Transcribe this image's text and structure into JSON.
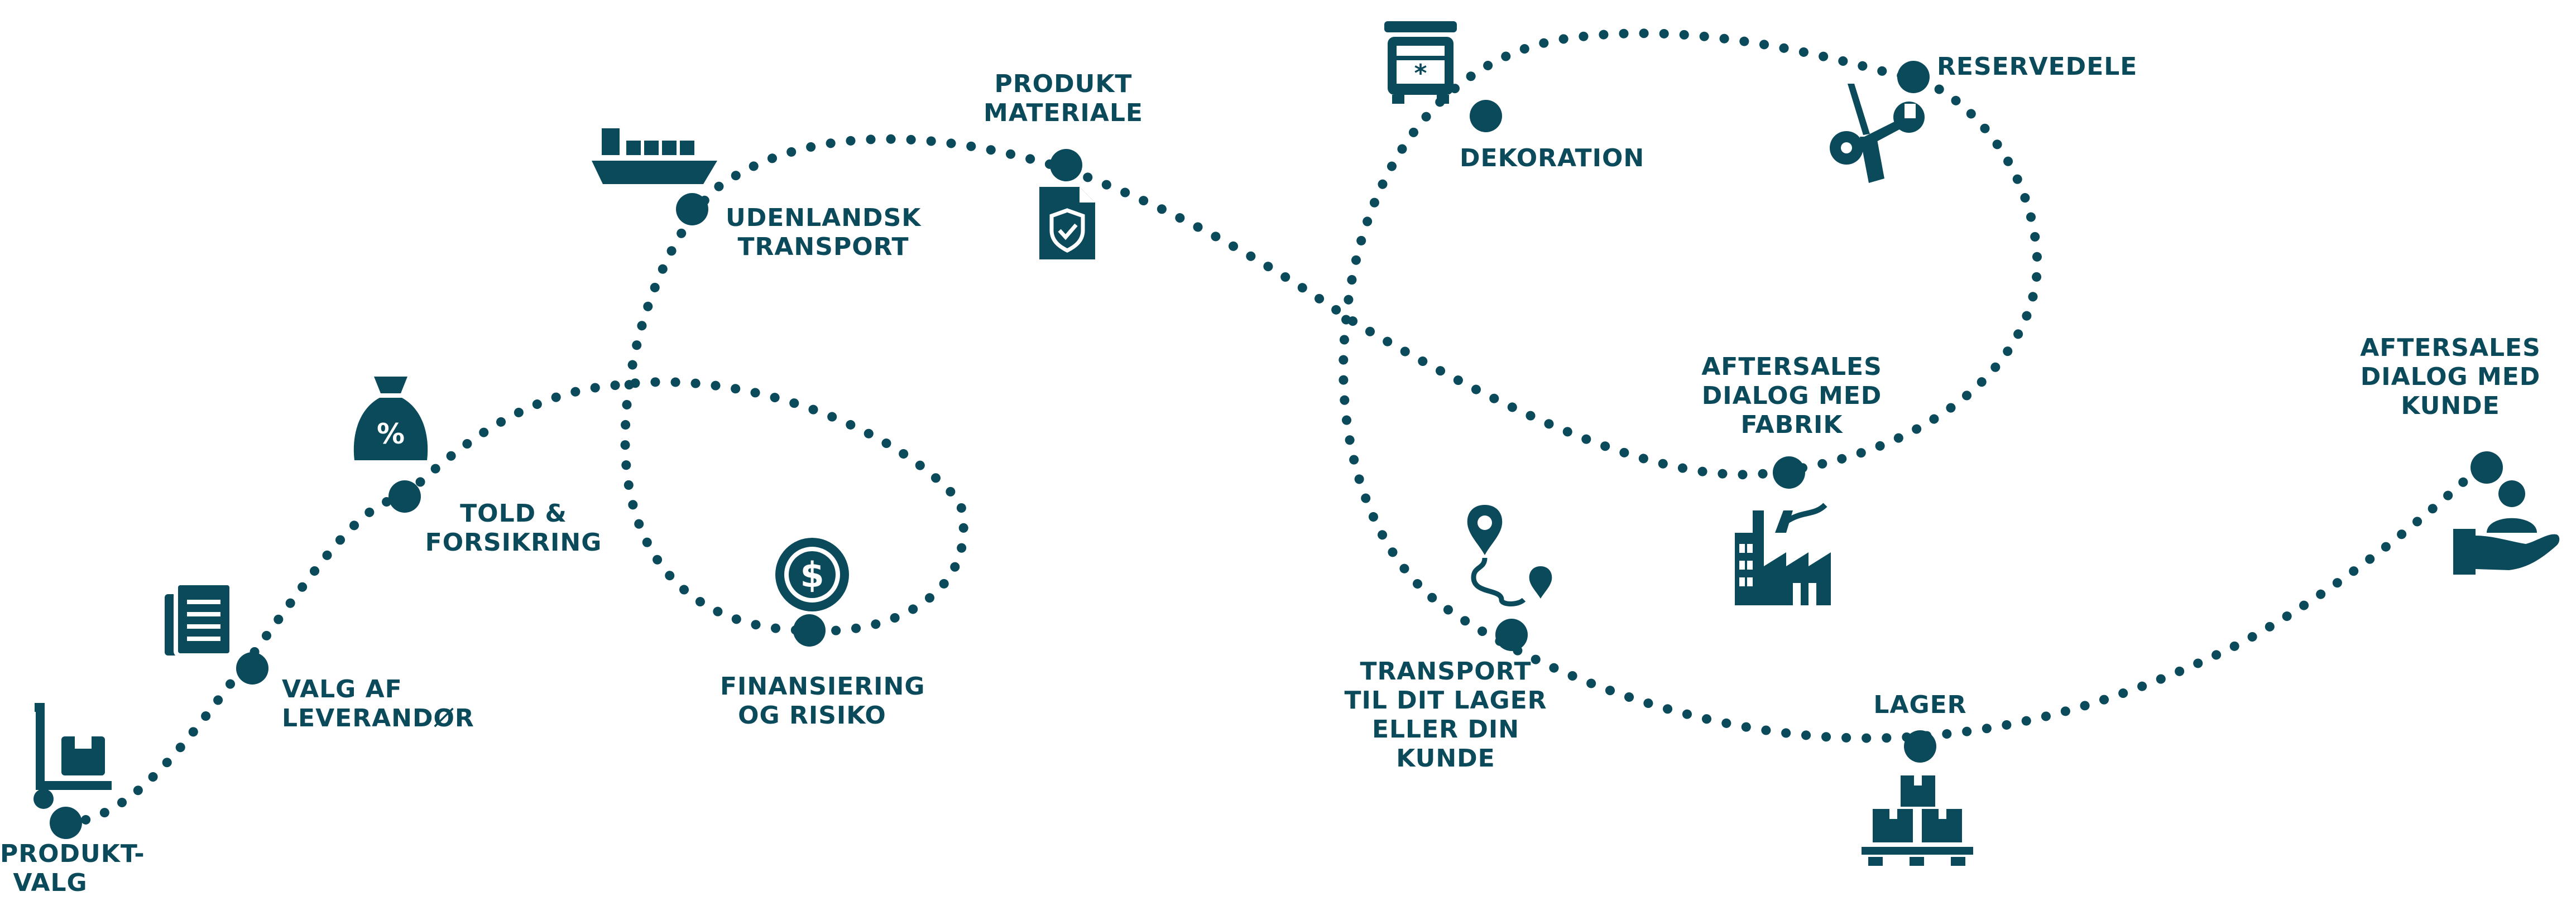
{
  "colors": {
    "primary": "#0b4a5b",
    "background": "#ffffff"
  },
  "steps": [
    {
      "id": "produktvalg",
      "lines": [
        "PRODUKT-",
        "VALG"
      ],
      "icon": "hand-truck-box-icon"
    },
    {
      "id": "valg-af-leverandor",
      "lines": [
        "VALG AF",
        "LEVERANDØR"
      ],
      "icon": "documents-icon"
    },
    {
      "id": "told-forsikring",
      "lines": [
        "TOLD &",
        "FORSIKRING"
      ],
      "icon": "money-bag-percent-icon"
    },
    {
      "id": "finansiering",
      "lines": [
        "FINANSIERING",
        "OG RISIKO"
      ],
      "icon": "dollar-coin-icon"
    },
    {
      "id": "udenlandsk-transport",
      "lines": [
        "UDENLANDSK",
        "TRANSPORT"
      ],
      "icon": "cargo-ship-icon"
    },
    {
      "id": "produkt-materiale",
      "lines": [
        "PRODUKT",
        "MATERIALE"
      ],
      "icon": "shield-document-icon"
    },
    {
      "id": "dekoration",
      "lines": [
        "DEKORATION"
      ],
      "icon": "cooler-box-icon"
    },
    {
      "id": "reservedele",
      "lines": [
        "RESERVEDELE"
      ],
      "icon": "wrench-screwdriver-icon"
    },
    {
      "id": "aftersales-fabrik",
      "lines": [
        "AFTERSALES",
        "DIALOG MED",
        "FABRIK"
      ],
      "icon": "factory-icon"
    },
    {
      "id": "transport-lager",
      "lines": [
        "TRANSPORT",
        "TIL DIT LAGER",
        "ELLER DIN",
        "KUNDE"
      ],
      "icon": "route-pin-icon"
    },
    {
      "id": "lager",
      "lines": [
        "LAGER"
      ],
      "icon": "pallet-boxes-icon"
    },
    {
      "id": "aftersales-kunde",
      "lines": [
        "AFTERSALES",
        "DIALOG MED",
        "KUNDE"
      ],
      "icon": "hand-person-icon"
    }
  ]
}
